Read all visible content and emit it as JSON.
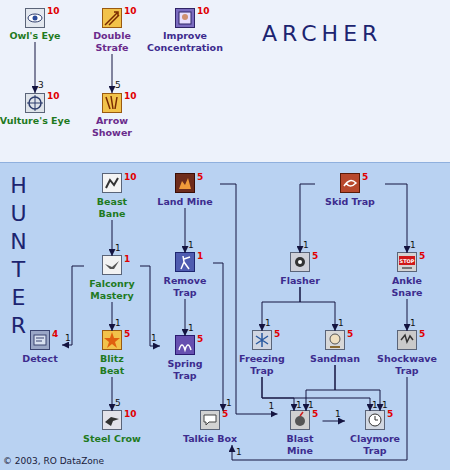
{
  "diagram": {
    "nodes": [
      {
        "text": [
          "ARCHER"
        ]
      },
      {
        "text": [
          "Owl's Eye",
          "10"
        ],
        "in": 0
      },
      {
        "text": [
          "Double Strafe",
          "10"
        ],
        "in": 0
      },
      {
        "text": [
          "Improve Concentration",
          "10"
        ],
        "in": 0
      },
      {
        "text": [
          "Vulture's Eye",
          "10"
        ],
        "in": 0
      },
      {
        "text": [
          "Arrow Shower",
          "10"
        ],
        "in": 0
      },
      {
        "text": [
          "HUNTER"
        ]
      },
      {
        "text": [
          "Beast Bane",
          "10"
        ],
        "in": 6
      },
      {
        "text": [
          "Land Mine",
          "5"
        ],
        "in": 6
      },
      {
        "text": [
          "Skid Trap",
          "5"
        ],
        "in": 6
      },
      {
        "text": [
          "Falconry Mastery",
          "1"
        ],
        "in": 6
      },
      {
        "text": [
          "Remove Trap",
          "1"
        ],
        "in": 6
      },
      {
        "text": [
          "Flasher",
          "5"
        ],
        "in": 6
      },
      {
        "text": [
          "Ankle Snare",
          "5"
        ],
        "in": 6
      },
      {
        "text": [
          "Detect",
          "4"
        ],
        "in": 6
      },
      {
        "text": [
          "Blitz Beat",
          "5"
        ],
        "in": 6
      },
      {
        "text": [
          "Spring Trap",
          "5"
        ],
        "in": 6
      },
      {
        "text": [
          "Freezing Trap",
          "5"
        ],
        "in": 6
      },
      {
        "text": [
          "Sandman",
          "5"
        ],
        "in": 6
      },
      {
        "text": [
          "Shockwave Trap",
          "5"
        ],
        "in": 6
      },
      {
        "text": [
          "Steel Crow",
          "10"
        ],
        "in": 6
      },
      {
        "text": [
          "Talkie Box",
          "5"
        ],
        "in": 6
      },
      {
        "text": [
          "Blast Mine",
          "5"
        ],
        "in": 6
      },
      {
        "text": [
          "Claymore Trap",
          "5"
        ],
        "in": 6
      }
    ],
    "edges": [
      {
        "from": 1,
        "to": 4,
        "label": "3",
        "arrow": "to"
      },
      {
        "from": 2,
        "to": 5,
        "label": "5",
        "arrow": "to"
      },
      {
        "from": 7,
        "to": 10,
        "label": "1",
        "arrow": "to"
      },
      {
        "from": 10,
        "to": 14,
        "label": "1",
        "arrow": "to"
      },
      {
        "from": 10,
        "to": 15,
        "label": "1",
        "arrow": "to"
      },
      {
        "from": 10,
        "to": 16,
        "label": "1",
        "arrow": "to"
      },
      {
        "from": 15,
        "to": 20,
        "label": "5",
        "arrow": "to"
      },
      {
        "from": 8,
        "to": 11,
        "label": "1",
        "arrow": "to"
      },
      {
        "from": 11,
        "to": 16,
        "label": "1",
        "arrow": "to"
      },
      {
        "from": 8,
        "to": 22,
        "label": "1",
        "arrow": "to"
      },
      {
        "from": 11,
        "to": 21,
        "label": "1",
        "arrow": "to"
      },
      {
        "from": 9,
        "to": 12,
        "label": "1",
        "arrow": "to"
      },
      {
        "from": 9,
        "to": 13,
        "label": "1",
        "arrow": "to"
      },
      {
        "from": 12,
        "to": 17,
        "label": "1",
        "arrow": "to"
      },
      {
        "from": 12,
        "to": 18,
        "label": "1",
        "arrow": "to"
      },
      {
        "from": 13,
        "to": 19,
        "label": "1",
        "arrow": "to"
      },
      {
        "from": 17,
        "to": 22,
        "label": "1",
        "arrow": "to"
      },
      {
        "from": 18,
        "to": 22,
        "label": "1",
        "arrow": "to"
      },
      {
        "from": 17,
        "to": 23,
        "label": "1",
        "arrow": "to"
      },
      {
        "from": 18,
        "to": 23,
        "label": "1",
        "arrow": "to"
      },
      {
        "from": 19,
        "to": 21,
        "label": "1",
        "arrow": "to"
      },
      {
        "from": 22,
        "to": 23,
        "label": "1",
        "arrow": "to"
      }
    ],
    "labels": [
      "STOP",
      "© 2003, RO DataZone"
    ]
  }
}
